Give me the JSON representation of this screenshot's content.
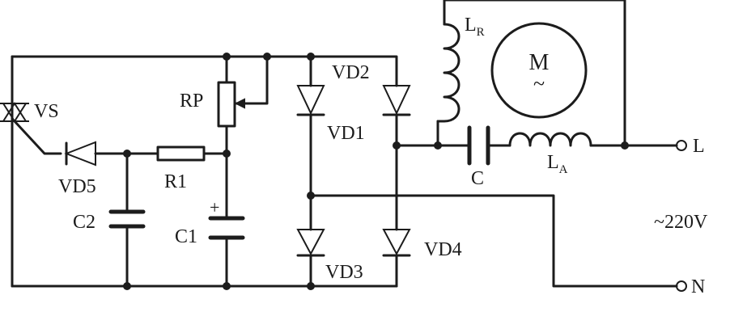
{
  "labels": {
    "vs": "VS",
    "vd5": "VD5",
    "r1": "R1",
    "rp": "RP",
    "c1": "C1",
    "c1_plus": "+",
    "c2": "C2",
    "vd1": "VD1",
    "vd2": "VD2",
    "vd3": "VD3",
    "vd4": "VD4",
    "lr_main": "L",
    "lr_sub": "R",
    "la_main": "L",
    "la_sub": "A",
    "c": "C",
    "motor": "M",
    "motor_ac": "~",
    "terminal_l": "L",
    "terminal_n": "N",
    "supply": "~220V"
  }
}
